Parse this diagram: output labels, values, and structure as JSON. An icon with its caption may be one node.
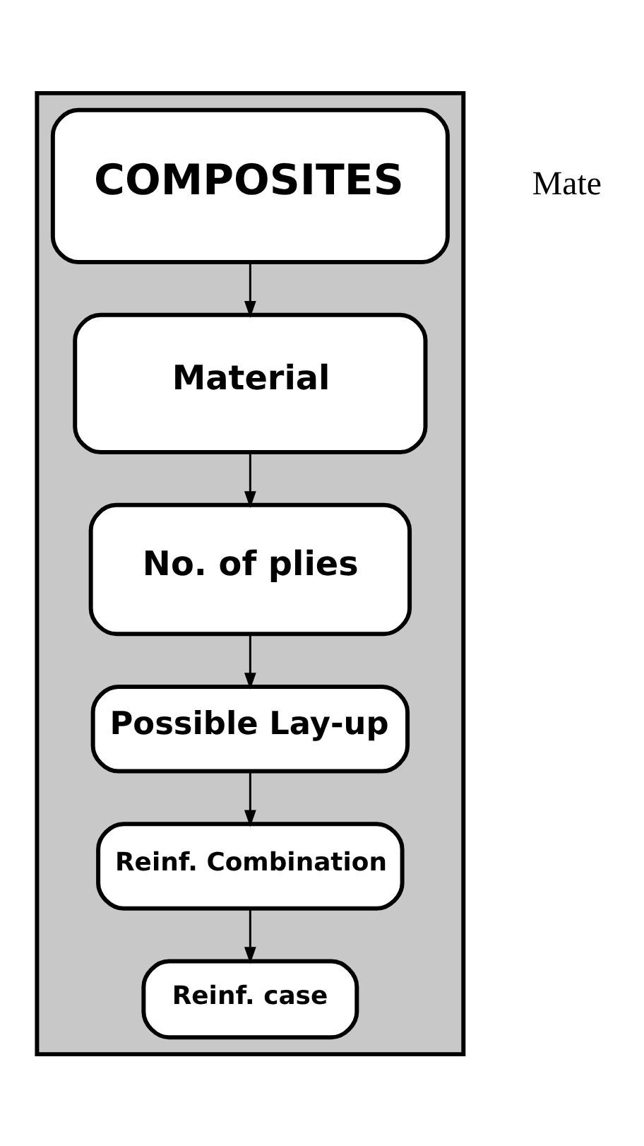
{
  "diagram": {
    "nodes": [
      {
        "text": [],
        "shape": "triangle"
      },
      {
        "text": [
          "COMPOSITES"
        ],
        "in": 0
      },
      {
        "text": [
          "Material"
        ],
        "in": 0
      },
      {
        "text": [
          "No. of plies"
        ],
        "in": 0
      },
      {
        "text": [
          "Possible Lay-up"
        ],
        "in": 0
      },
      {
        "text": [
          "Reinf. Combination"
        ],
        "in": 0
      },
      {
        "text": [
          "Reinf. case"
        ],
        "in": 0
      }
    ],
    "edges": [
      {
        "from": 1,
        "to": 2,
        "arrow": "to"
      },
      {
        "from": 2,
        "to": 3,
        "arrow": "to"
      },
      {
        "from": 3,
        "to": 4,
        "arrow": "to"
      },
      {
        "from": 4,
        "to": 5,
        "arrow": "to"
      },
      {
        "from": 5,
        "to": 6,
        "arrow": "to"
      }
    ],
    "labels": [
      "Mate"
    ]
  }
}
